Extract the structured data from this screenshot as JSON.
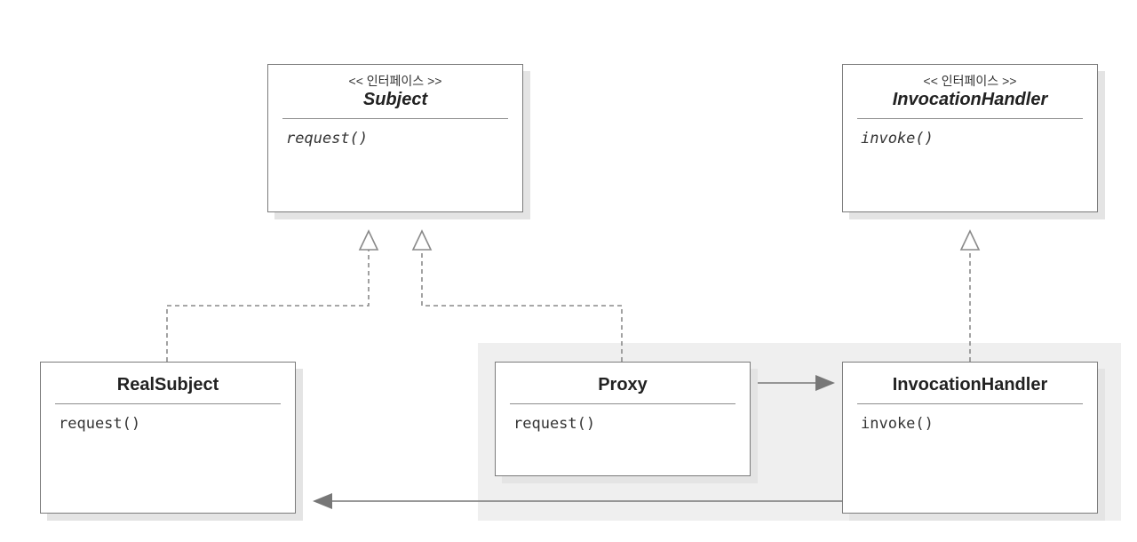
{
  "interfaces": {
    "subject": {
      "stereotype": "<< 인터페이스 >>",
      "name": "Subject",
      "operation": "request()"
    },
    "handler": {
      "stereotype": "<< 인터페이스 >>",
      "name": "InvocationHandler",
      "operation": "invoke()"
    }
  },
  "classes": {
    "real_subject": {
      "name": "RealSubject",
      "operation": "request()"
    },
    "proxy": {
      "name": "Proxy",
      "operation": "request()"
    },
    "handler_impl": {
      "name": "InvocationHandler",
      "operation": "invoke()"
    }
  },
  "relationships": [
    {
      "from": "RealSubject",
      "to": "Subject",
      "kind": "realization"
    },
    {
      "from": "Proxy",
      "to": "Subject",
      "kind": "realization"
    },
    {
      "from": "InvocationHandler (class)",
      "to": "InvocationHandler (interface)",
      "kind": "realization"
    },
    {
      "from": "Proxy",
      "to": "InvocationHandler (class)",
      "kind": "association"
    },
    {
      "from": "InvocationHandler (class)",
      "to": "RealSubject",
      "kind": "association"
    }
  ],
  "colors": {
    "line": "#8a8a8a",
    "border": "#7b7b7b",
    "panel": "#efefef",
    "shadow": "#e4e4e4"
  }
}
